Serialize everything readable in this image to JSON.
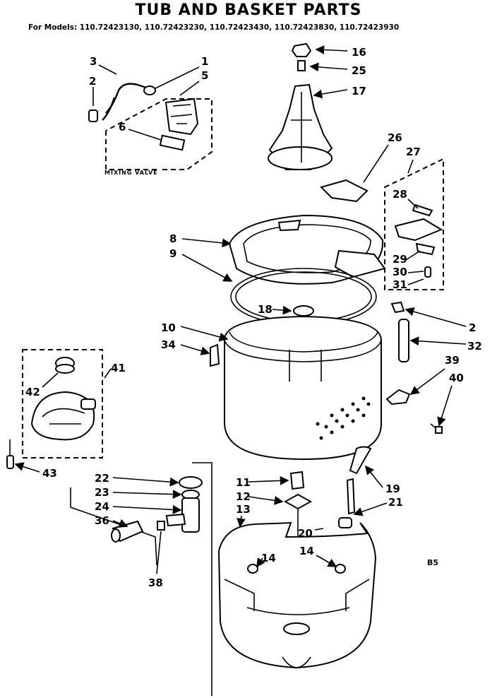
{
  "title": "TUB AND BASKET PARTS",
  "models_line": "For Models: 110.72423130, 110.72423230, 110.72423430, 110.72423830, 110.72423930",
  "group_labels": {
    "mixing_valve": "MIXING VALVE"
  },
  "callouts": [
    "1",
    "2",
    "3",
    "5",
    "6",
    "16",
    "25",
    "17",
    "26",
    "27",
    "28",
    "29",
    "30",
    "31",
    "8",
    "9",
    "18",
    "10",
    "34",
    "2",
    "32",
    "39",
    "40",
    "41",
    "42",
    "43",
    "22",
    "23",
    "24",
    "36",
    "38",
    "11",
    "12",
    "13",
    "14",
    "14",
    "19",
    "21",
    "20"
  ],
  "page_code": "B5"
}
